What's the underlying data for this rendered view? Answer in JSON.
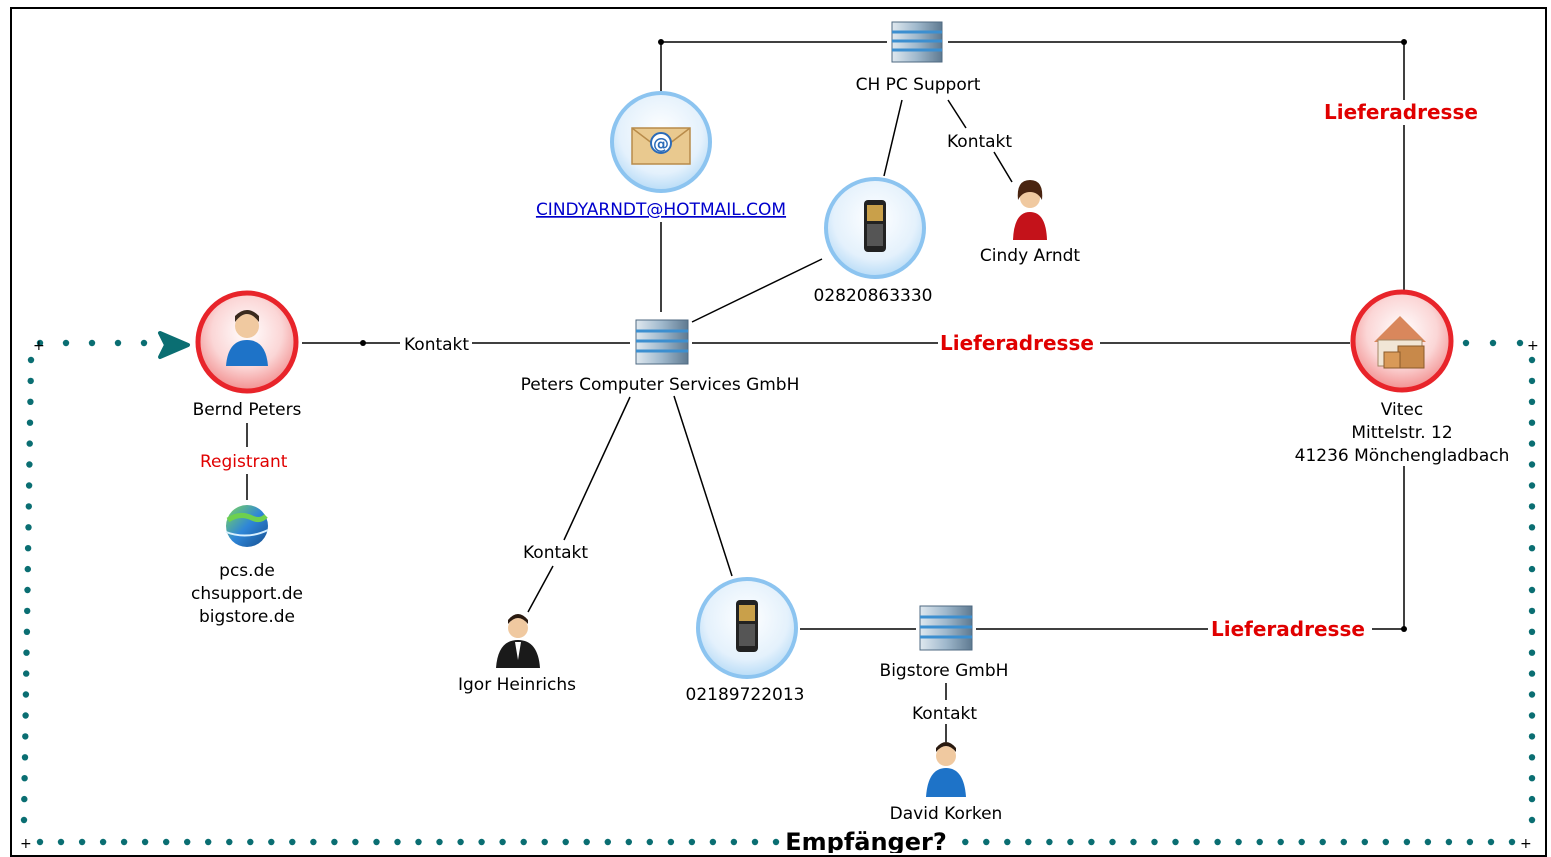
{
  "nodes": {
    "bernd": {
      "label": "Bernd Peters"
    },
    "registrant": {
      "label": "Registrant"
    },
    "domains": {
      "lines": [
        "pcs.de",
        "chsupport.de",
        "bigstore.de"
      ]
    },
    "email": {
      "label": "CINDYARNDT@HOTMAIL.COM"
    },
    "ch_pc": {
      "label": "CH PC Support"
    },
    "phone1": {
      "label": "02820863330"
    },
    "cindy": {
      "label": "Cindy Arndt"
    },
    "peters": {
      "label": "Peters Computer Services GmbH"
    },
    "vitec": {
      "lines": [
        "Vitec",
        "Mittelstr. 12",
        "41236 Mönchengladbach"
      ]
    },
    "igor": {
      "label": "Igor Heinrichs"
    },
    "phone2": {
      "label": "02189722013"
    },
    "bigstore": {
      "label": "Bigstore GmbH"
    },
    "david": {
      "label": "David Korken"
    }
  },
  "edges": {
    "kontakt": "Kontakt",
    "lieferadresse": "Lieferadresse"
  },
  "group_label": "Empfänger?",
  "colors": {
    "highlight_ring": "#e8242a",
    "node_ring": "#8cc4f0",
    "dotted_border": "#0a6e72",
    "edge_label_red": "#e00000"
  }
}
